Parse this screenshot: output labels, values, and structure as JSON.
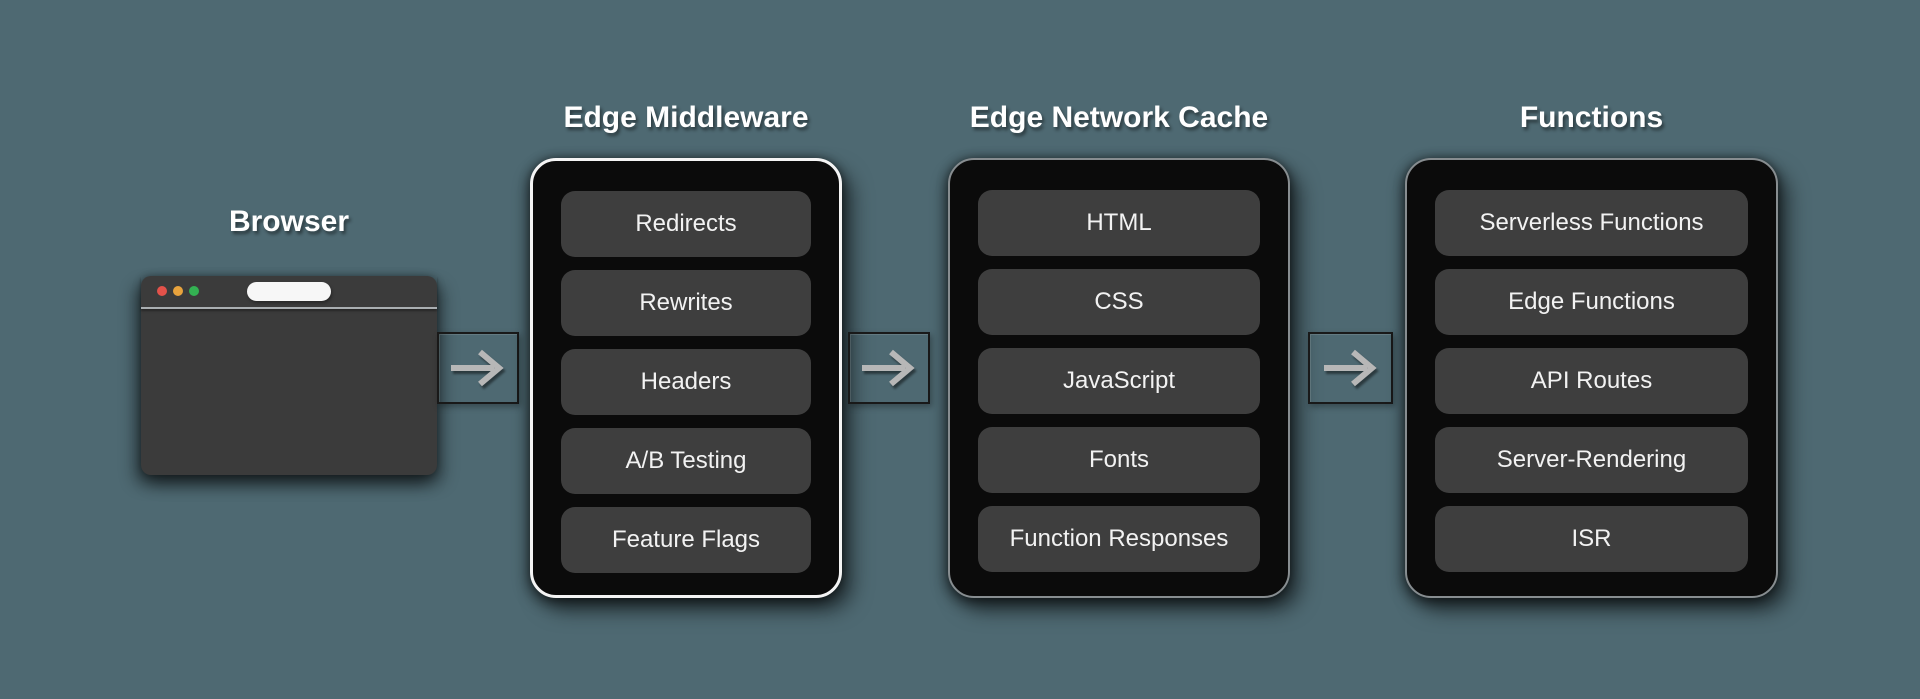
{
  "canvas": {
    "background": "#4e6972"
  },
  "browser": {
    "title": "Browser",
    "window_color": "#3b3b3b",
    "divider_color": "#a9aeb1",
    "url_bar_color": "#f7f7f7",
    "traffic_lights": {
      "close": "#e3524a",
      "minimize": "#e8a33d",
      "maximize": "#33b152"
    }
  },
  "panels": [
    {
      "id": "edge-middleware",
      "title": "Edge Middleware",
      "border_color": "#f4f4f4",
      "background": "#0b0b0b",
      "items": [
        "Redirects",
        "Rewrites",
        "Headers",
        "A/B Testing",
        "Feature Flags"
      ]
    },
    {
      "id": "edge-network-cache",
      "title": "Edge Network Cache",
      "border_color": "#878d90",
      "background": "#0b0b0b",
      "items": [
        "HTML",
        "CSS",
        "JavaScript",
        "Fonts",
        "Function Responses"
      ]
    },
    {
      "id": "functions",
      "title": "Functions",
      "border_color": "#878d90",
      "background": "#0b0b0b",
      "items": [
        "Serverless Functions",
        "Edge Functions",
        "API Routes",
        "Server-Rendering",
        "ISR"
      ]
    }
  ],
  "connectors": [
    {
      "id": "browser-to-edge-middleware",
      "direction": "right"
    },
    {
      "id": "edge-middleware-to-edge-network-cache",
      "direction": "right"
    },
    {
      "id": "edge-network-cache-to-functions",
      "direction": "right"
    }
  ],
  "item_style": {
    "background": "#3e3e3e",
    "text_color": "#f2f2f2"
  },
  "arrow_color": "#b7b7b7"
}
